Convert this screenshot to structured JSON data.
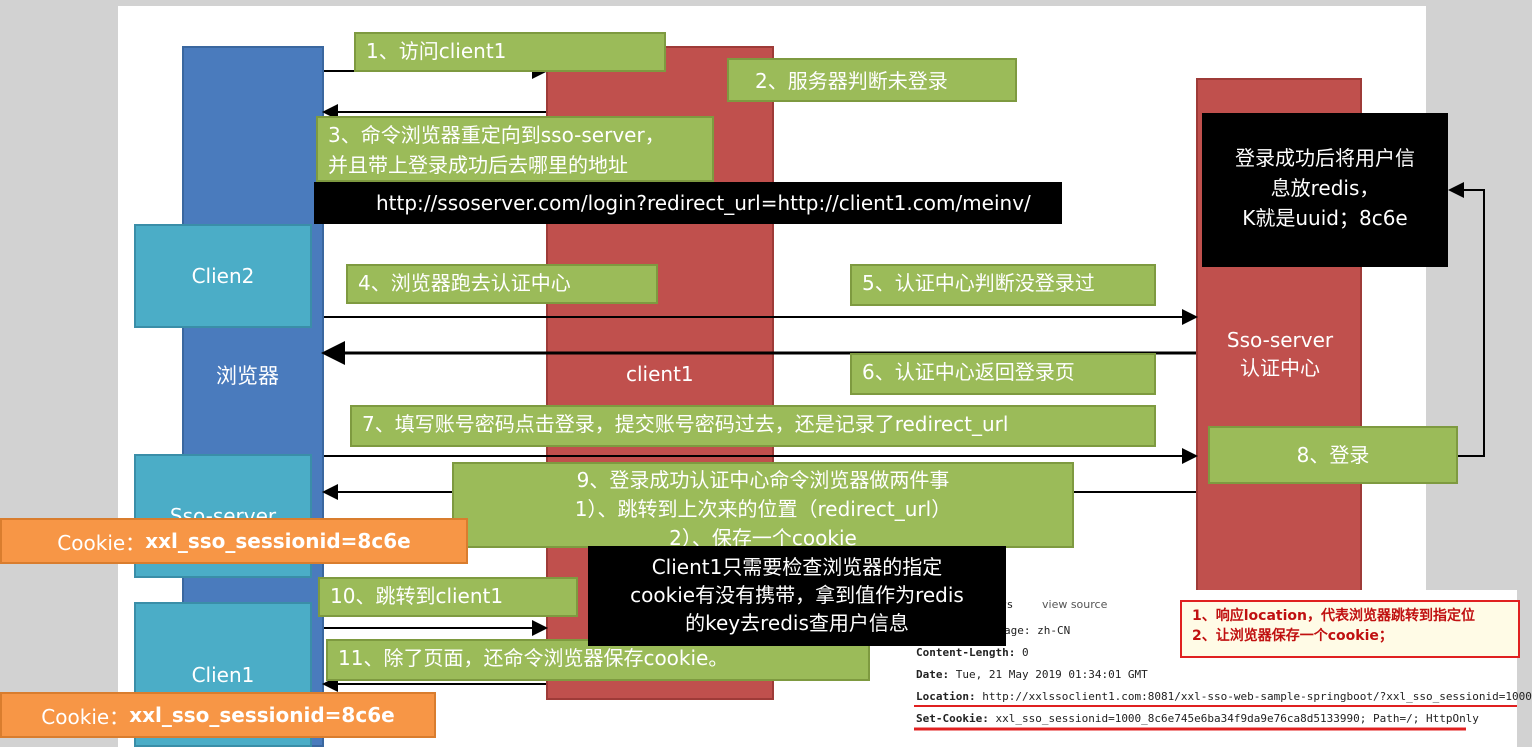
{
  "columns": {
    "browser_label": "浏览器",
    "client1_label": "client1",
    "sso_server_label": "Sso-server\n认证中心"
  },
  "boxes": {
    "clien2": "Clien2",
    "sso_server": "Sso-server",
    "clien1": "Clien1"
  },
  "steps": {
    "s1": "1、访问client1",
    "s2": "2、服务器判断未登录",
    "s3": "3、命令浏览器重定向到sso-server，\n并且带上登录成功后去哪里的地址",
    "s3_url": "http://ssoserver.com/login?redirect_url=http://client1.com/meinv/",
    "s4": "4、浏览器跑去认证中心",
    "s5": "5、认证中心判断没登录过",
    "s6": "6、认证中心返回登录页",
    "s7": "7、填写账号密码点击登录，提交账号密码过去，还是记录了redirect_url",
    "s8": "8、登录",
    "s9": "9、登录成功认证中心命令浏览器做两件事\n1）、跳转到上次来的位置（redirect_url）\n2）、保存一个cookie",
    "s10": "10、跳转到client1",
    "s11": "11、除了页面，还命令浏览器保存cookie。"
  },
  "notes": {
    "redis_note": "登录成功后将用户信\n息放redis，\nK就是uuid；8c6e",
    "client1_note": "Client1只需要检查浏览器的指定\ncookie有没有携带，拿到值作为redis\n的key去redis查用户信息"
  },
  "cookies": {
    "cookie_label": "Cookie：",
    "cookie_value": "xxl_sso_sessionid=8c6e"
  },
  "screenshot": {
    "partial_rs": "rs",
    "view_source": "view source",
    "lang": "age: zh-CN",
    "content_length_key": "Content-Length:",
    "content_length_val": "0",
    "date_key": "Date:",
    "date_val": "Tue, 21 May 2019 01:34:01 GMT",
    "location_key": "Location:",
    "location_val": "http://xxlssoclient1.com:8081/xxl-sso-web-sample-springboot/?xxl_sso_sessionid=1000",
    "setcookie_key": "Set-Cookie:",
    "setcookie_val": "xxl_sso_sessionid=1000_8c6e745e6ba34f9da9e76ca8d5133990; Path=/; HttpOnly",
    "callout_1": "1、响应location，代表浏览器跳转到指定位",
    "callout_2": "2、让浏览器保存一个cookie；"
  },
  "colors": {
    "browser": "#4a7bbd",
    "client": "#c0504d",
    "teal": "#4badc7",
    "step": "#9bbb59",
    "cookie": "#f79646"
  }
}
